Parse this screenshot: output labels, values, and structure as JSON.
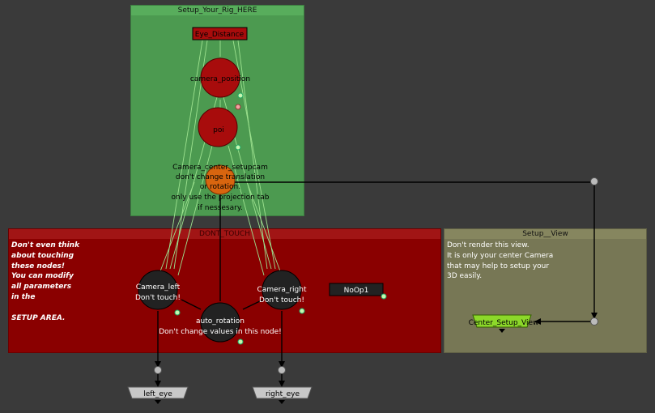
{
  "backdrops": {
    "setup": {
      "title": "Setup_Your_Rig_HERE",
      "color": "#4c9a50"
    },
    "dont_touch": {
      "title": "DONT_TOUCH",
      "color": "#8a0000"
    },
    "setup_view": {
      "title": "Setup__View",
      "color": "#777755"
    }
  },
  "notes": {
    "dont_touch": "Don't even think\nabout touching\nthese nodes!\nYou can modify\nall parameters\nin the\n\nSETUP AREA.",
    "setup_view": "Don't render this view.\nIt is only your center Camera\nthat may help to setup your\n3D easily."
  },
  "nodes": {
    "eye_distance": "Eye_Distance",
    "camera_position": "camera_position",
    "poi": "poi",
    "camera_center": [
      "Camera_center_setupcam",
      "don't change translation",
      "or rotation.",
      "only use the projection tab",
      "if nessesary."
    ],
    "camera_left": [
      "Camera_left",
      "Don't touch!"
    ],
    "camera_right": [
      "Camera_right",
      "Don't touch!"
    ],
    "auto_rotation": [
      "auto_rotation",
      "Don't change values in this node!"
    ],
    "noop": "NoOp1",
    "center_view": "Center_Setup_View",
    "left_eye": "left_eye",
    "right_eye": "right_eye"
  },
  "colors": {
    "camera_node": "#a80c0c",
    "rig_node": "#222222",
    "center_cam": "#d8650f",
    "viewer": "#8cd82a",
    "write_node": "#c8c8c8",
    "green_link": "#9de28f"
  }
}
